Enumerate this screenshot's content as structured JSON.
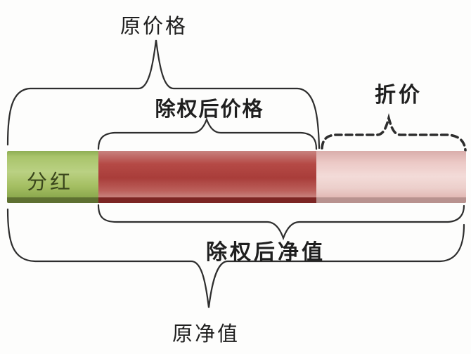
{
  "labels": {
    "original_price": "原价格",
    "ex_rights_price": "除权后价格",
    "discount": "折价",
    "dividend": "分红",
    "ex_rights_nav": "除权后净值",
    "original_nav": "原净值"
  },
  "colors": {
    "dividend_green": "#aac46d",
    "dividend_shadow": "#5e7031",
    "price_red": "#ab3f3c",
    "price_red_shadow": "#7c2523",
    "discount_pink": "#f0d5d2",
    "discount_pink_shadow": "#b8928f",
    "brace_line": "#2e2e2e",
    "background": "#fdfdfc",
    "dividend_text": "#3a461c"
  },
  "bar": {
    "segments": [
      {
        "name": "dividend",
        "label": "分红",
        "style": "solid green"
      },
      {
        "name": "ex-rights-price",
        "label": "",
        "style": "solid dark red"
      },
      {
        "name": "discount",
        "label": "",
        "style": "faded pink (dashed brace above)"
      }
    ]
  }
}
